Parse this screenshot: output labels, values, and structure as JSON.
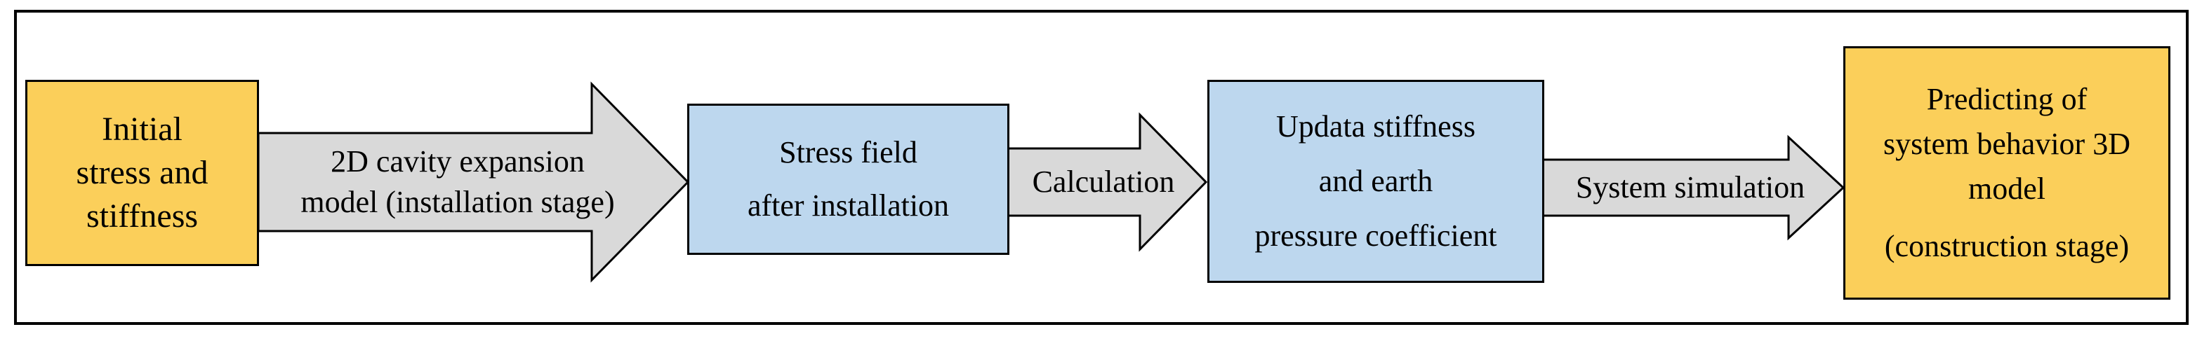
{
  "colors": {
    "input_output_fill": "#fbcf5a",
    "process_fill": "#bdd7ee",
    "arrow_fill": "#d9d9d9",
    "border": "#000000"
  },
  "nodes": {
    "initial": {
      "lines": [
        "Initial",
        "stress and",
        "stiffness"
      ]
    },
    "stress_field": {
      "lines": [
        "Stress field",
        "after installation"
      ]
    },
    "update": {
      "lines": [
        "Updata stiffness",
        "and earth",
        "pressure coefficient"
      ]
    },
    "predicting": {
      "lines": [
        "Predicting of",
        "system behavior 3D",
        "model",
        "(construction stage)"
      ]
    }
  },
  "arrows": {
    "cavity": {
      "lines": [
        "2D cavity expansion",
        "model (installation stage)"
      ]
    },
    "calculation": {
      "lines": [
        "Calculation"
      ]
    },
    "simulation": {
      "lines": [
        "System simulation"
      ]
    }
  }
}
